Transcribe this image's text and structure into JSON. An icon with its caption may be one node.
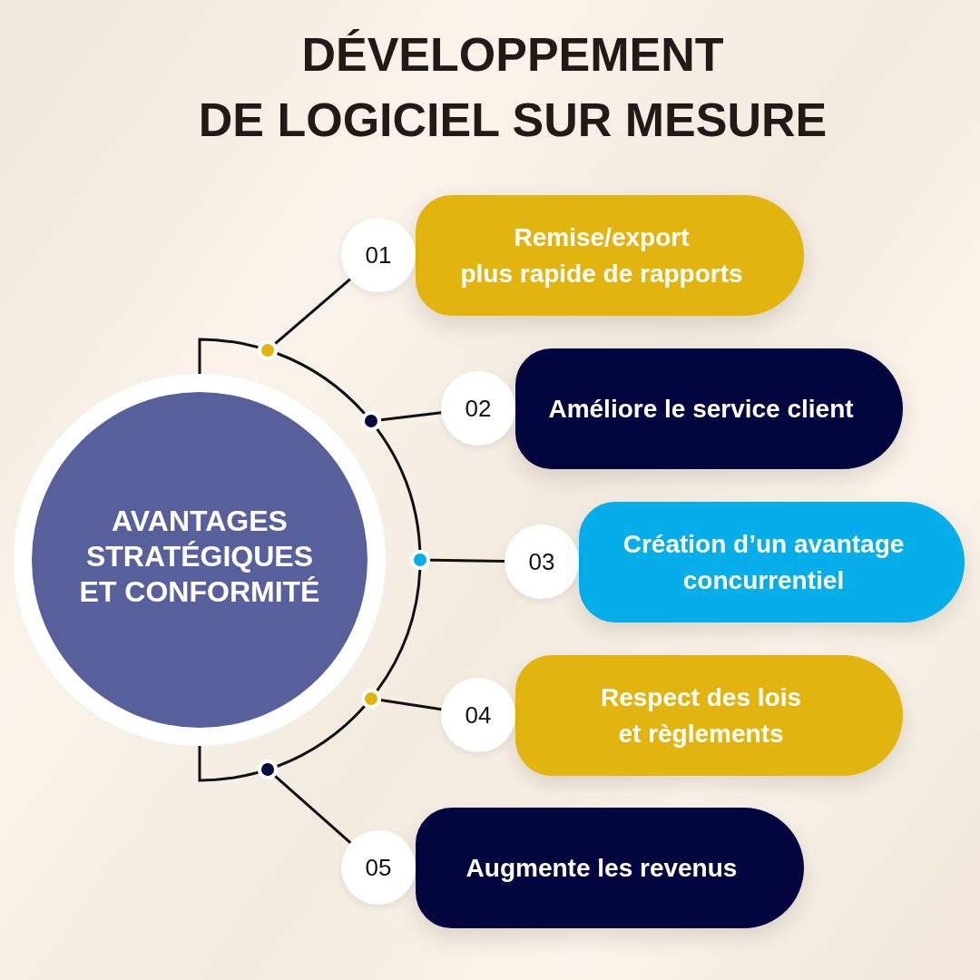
{
  "diagram": {
    "title": "DÉVELOPPEMENT DE LOGICIEL SUR MESURE",
    "nodes": [
      {
        "text": [
          "AVANTAGES STRATÉGIQUES ET CONFORMITÉ"
        ]
      },
      {
        "text": [
          "01"
        ]
      },
      {
        "text": [
          "Remise/export plus rapide de rapports"
        ]
      },
      {
        "text": [],
        "shape": "circle"
      },
      {
        "text": [
          "02"
        ]
      },
      {
        "text": [
          "Améliore le service client"
        ]
      },
      {
        "text": [],
        "shape": "circle"
      },
      {
        "text": [
          "03"
        ]
      },
      {
        "text": [
          "Création d’un avantage concurrentiel"
        ]
      },
      {
        "text": [],
        "shape": "circle"
      },
      {
        "text": [
          "04"
        ]
      },
      {
        "text": [
          "Respect des lois et règlements"
        ]
      },
      {
        "text": [],
        "shape": "circle"
      },
      {
        "text": [
          "05"
        ]
      },
      {
        "text": [
          "Augmente les revenus"
        ]
      },
      {
        "text": [],
        "shape": "circle"
      }
    ],
    "edges": [
      {
        "from": 0,
        "to": 3,
        "arrow": "none"
      },
      {
        "from": 3,
        "to": 6,
        "arrow": "none"
      },
      {
        "from": 6,
        "to": 9,
        "arrow": "none"
      },
      {
        "from": 9,
        "to": 12,
        "arrow": "none"
      },
      {
        "from": 12,
        "to": 15,
        "arrow": "none"
      },
      {
        "from": 15,
        "to": 0,
        "arrow": "none"
      },
      {
        "from": 3,
        "to": 1,
        "arrow": "none"
      },
      {
        "from": 6,
        "to": 4,
        "arrow": "none"
      },
      {
        "from": 9,
        "to": 7,
        "arrow": "none"
      },
      {
        "from": 12,
        "to": 10,
        "arrow": "none"
      },
      {
        "from": 15,
        "to": 13,
        "arrow": "none"
      }
    ]
  }
}
